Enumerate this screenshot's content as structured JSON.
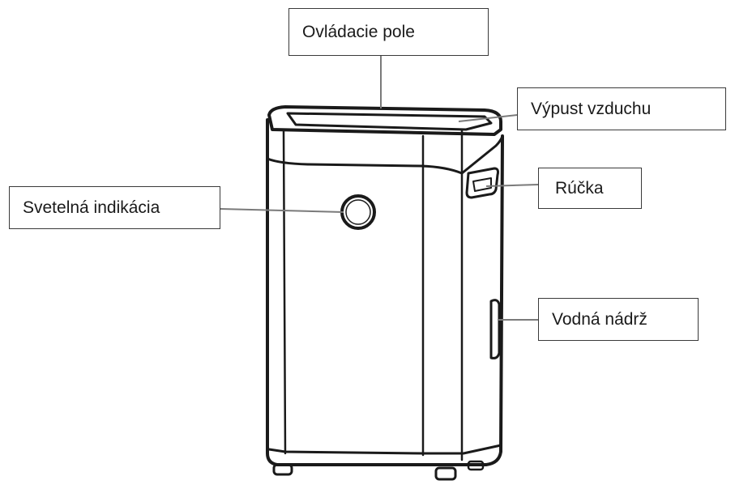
{
  "labels": {
    "control_panel": "Ovládacie pole",
    "air_outlet": "Výpust vzduchu",
    "handle": "Rúčka",
    "light_indicator": "Svetelná indikácia",
    "water_tank": "Vodná nádrž"
  },
  "colors": {
    "outline": "#1a1a1a",
    "leader_line": "#7a7a7a",
    "background": "#ffffff"
  }
}
